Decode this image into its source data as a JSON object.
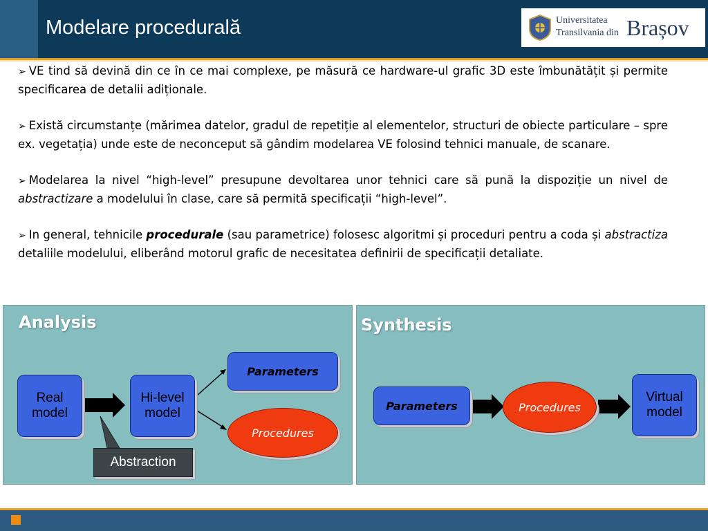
{
  "header": {
    "title": "Modelare procedurală",
    "logo": {
      "line1": "Universitatea",
      "line2": "Transilvania din",
      "city": "Brașov"
    }
  },
  "bullets": [
    {
      "parts": [
        {
          "t": "VE tind să devină din ce în ce mai complexe, pe măsură ce hardware-ul grafic 3D este îmbunătățit și permite specificarea de detalii adiționale."
        }
      ]
    },
    {
      "parts": [
        {
          "t": "Există circumstanțe (mărimea datelor, gradul de repetiție al elementelor, structuri de obiecte particulare – spre ex. vegetația) unde este de neconceput să gândim modelarea  VE folosind tehnici manuale, de scanare."
        }
      ]
    },
    {
      "parts": [
        {
          "t": "Modelarea la nivel “high-level” presupune devoltarea unor tehnici care să pună la dispoziție un nivel de "
        },
        {
          "t": "abstractizare",
          "i": true
        },
        {
          "t": " a modelului în clase, care să permită specificații “high-level”."
        }
      ]
    },
    {
      "parts": [
        {
          "t": "In general, tehnicile "
        },
        {
          "t": "procedurale",
          "i": true,
          "b": true
        },
        {
          "t": " (sau parametrice) folosesc algoritmi și proceduri pentru a coda și "
        },
        {
          "t": "abstractiza",
          "i": true
        },
        {
          "t": " detaliile modelului, eliberând motorul grafic de necesitatea definirii de specificații detaliate."
        }
      ]
    }
  ],
  "analysis": {
    "title": "Analysis",
    "real_model": "Real model",
    "hi_level_model": "Hi-level model",
    "parameters": "Parameters",
    "procedures": "Procedures",
    "abstraction": "Abstraction"
  },
  "synthesis": {
    "title": "Synthesis",
    "parameters": "Parameters",
    "procedures": "Procedures",
    "virtual_model": "Virtual model"
  },
  "colors": {
    "header_bg": "#0e3a5a",
    "accent": "#e8a020",
    "panel_bg": "#86bec0",
    "box_blue": "#3b63e0",
    "ellipse_red": "#f03a10"
  }
}
